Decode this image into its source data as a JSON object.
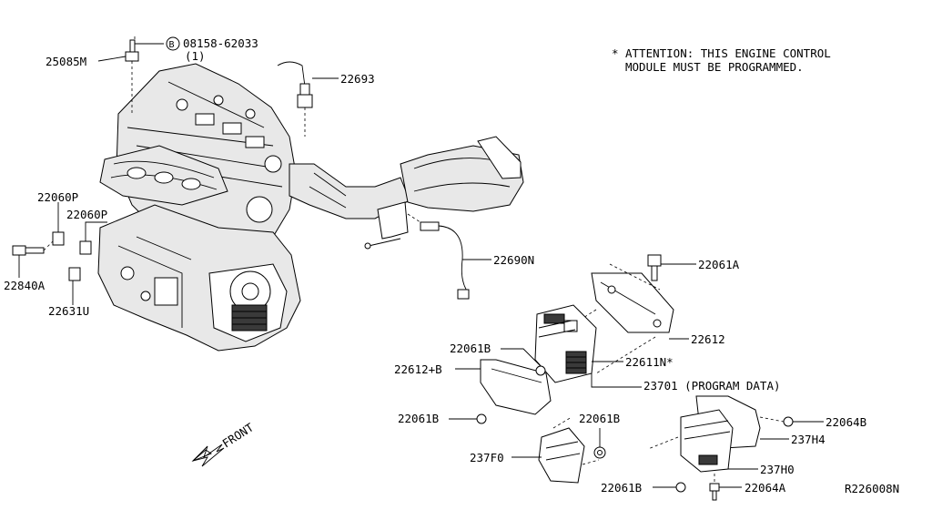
{
  "attention_note": {
    "star": "*",
    "line1": "ATTENTION: THIS ENGINE CONTROL",
    "line2": "MODULE MUST BE PROGRAMMED."
  },
  "bolt_ref": {
    "symbol": "B",
    "code": "08158-62033",
    "qty": "(1)"
  },
  "labels": {
    "p25085M": "25085M",
    "p22693": "22693",
    "p22060P_a": "22060P",
    "p22060P_b": "22060P",
    "p22840A": "22840A",
    "p22631U": "22631U",
    "p22690N": "22690N",
    "p22061A": "22061A",
    "p22612": "22612",
    "p22061B_a": "22061B",
    "p22612B": "22612+B",
    "p22611N": "22611N*",
    "p23701": "23701 (PROGRAM DATA)",
    "p22061B_b": "22061B",
    "p22061B_c": "22061B",
    "p22064B": "22064B",
    "p237F0": "237F0",
    "p237H4": "237H4",
    "p237H0": "237H0",
    "p22061B_d": "22061B",
    "p22064A": "22064A"
  },
  "front_label": "FRONT",
  "drawing_id": "R226008N"
}
